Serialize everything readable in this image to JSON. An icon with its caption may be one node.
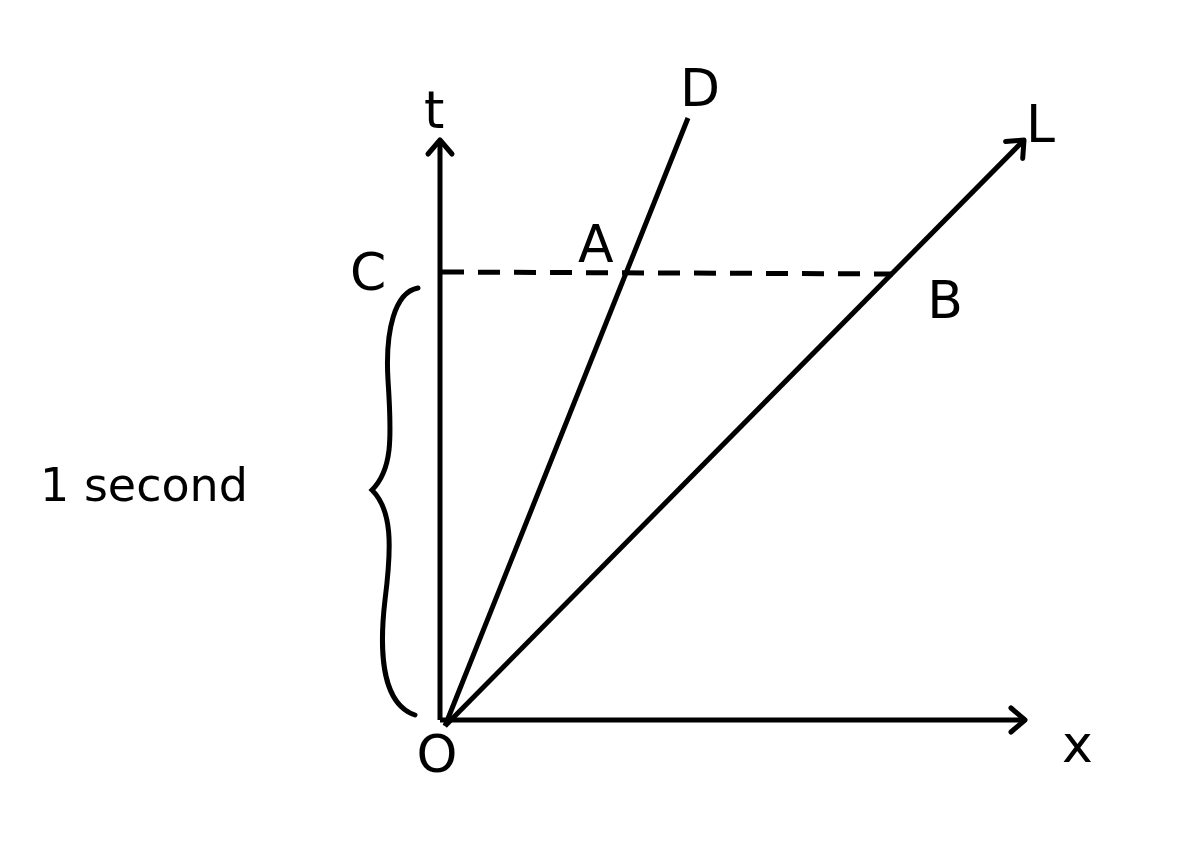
{
  "diagram": {
    "nodes": [
      {
        "text": [
          "D"
        ]
      },
      {
        "text": [
          "L"
        ]
      },
      {
        "text": [
          "C"
        ]
      },
      {
        "text": [
          "B"
        ]
      },
      {
        "text": [
          "O"
        ]
      }
    ],
    "edges": [
      {
        "from": 4,
        "to": 0,
        "arrow": "none"
      },
      {
        "from": 4,
        "to": 1,
        "arrow": "to"
      },
      {
        "from": 2,
        "to": 3,
        "arrow": "none",
        "style": "dashed"
      }
    ],
    "labels": [
      "t",
      "A",
      "1 second",
      "x"
    ]
  }
}
